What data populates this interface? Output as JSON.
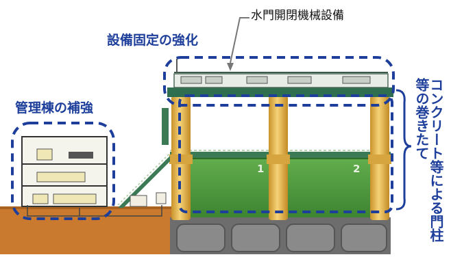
{
  "labels": {
    "gate_machinery": "水門開閉機械設備",
    "equipment_fixing": "設備固定の強化",
    "admin_building": "管理棟の補強",
    "pillar_wrapping": "コンクリート等による門柱等の巻きたて"
  },
  "gate_numbers": [
    "1",
    "2"
  ],
  "colors": {
    "label_blue": "#1d3e9a",
    "dashed_outline": "#1d3e9a",
    "pillar": "#e8b94a",
    "gate_panel": "#4f9a3e",
    "deck": "#2f6f4f",
    "ground": "#c97a2e",
    "foundation": "#707070"
  }
}
